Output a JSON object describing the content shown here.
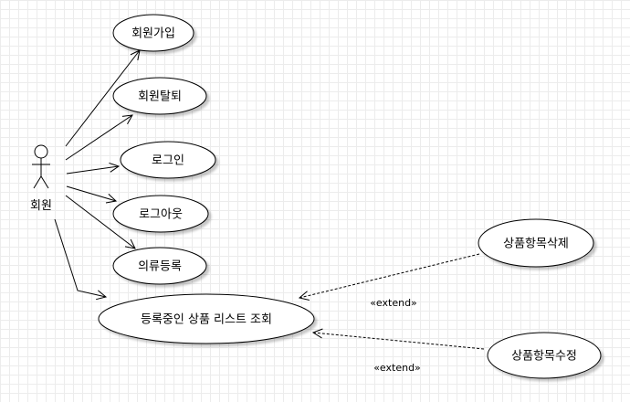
{
  "actor": {
    "name": "회원"
  },
  "use_cases": {
    "signup": "회원가입",
    "withdraw": "회원탈퇴",
    "login": "로그인",
    "logout": "로그아웃",
    "clothes_register": "의류등록",
    "view_products": "등록중인 상품 리스트 조회",
    "delete_item": "상품항목삭제",
    "edit_item": "상품항목수정"
  },
  "relations": {
    "extend_delete": "«extend»",
    "extend_edit": "«extend»"
  }
}
